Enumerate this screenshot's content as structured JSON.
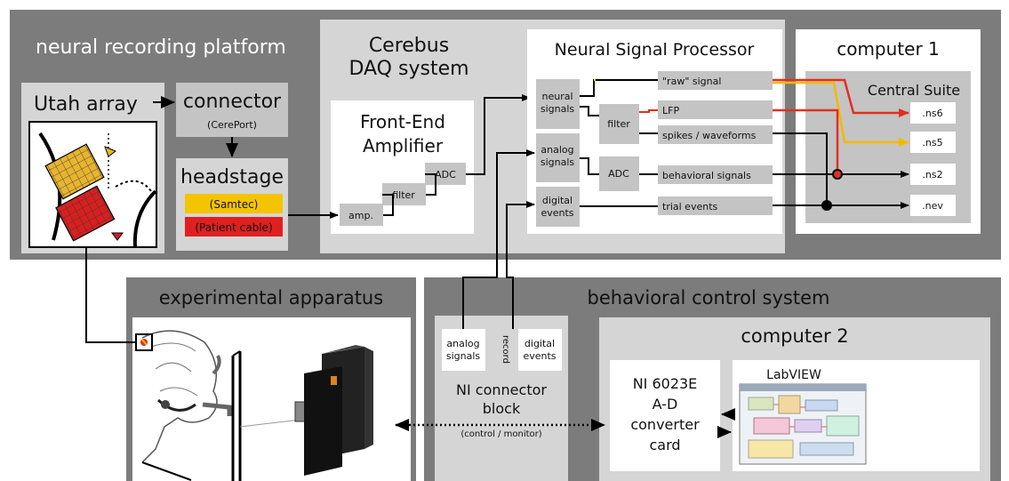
{
  "panels": {
    "neural_platform": "neural recording platform",
    "cerebus": [
      "Cerebus",
      "DAQ system"
    ],
    "nsp": "Neural Signal Processor",
    "computer1": "computer 1",
    "experimental": "experimental apparatus",
    "behavioral": "behavioral control system",
    "computer2": "computer 2"
  },
  "boxes": {
    "utah_array": "Utah array",
    "connector": "connector",
    "connector_sub": "(CerePort)",
    "headstage": "headstage",
    "samtec": "(Samtec)",
    "patient_cable": "(Patient cable)",
    "fea": [
      "Front-End",
      "Amplifier"
    ],
    "amp": "amp.",
    "filter": "filter",
    "adc": "ADC",
    "neural_signals": [
      "neural",
      "signals"
    ],
    "analog_signals": [
      "analog",
      "signals"
    ],
    "digital_events": [
      "digital",
      "events"
    ],
    "nsp_filter": "filter",
    "nsp_adc": "ADC",
    "raw_signal": "\"raw\" signal",
    "lfp": "LFP",
    "spikes": "spikes / waveforms",
    "behavioral_signals": "behavioral signals",
    "trial_events": "trial events",
    "central_suite": "Central Suite",
    "ns6": ".ns6",
    "ns5": ".ns5",
    "ns2": ".ns2",
    "nev": ".nev",
    "ni_analog": [
      "analog",
      "signals"
    ],
    "ni_record": "record",
    "ni_digital": [
      "digital",
      "events"
    ],
    "ni_block": [
      "NI connector",
      "block"
    ],
    "ni_control": "(control / monitor)",
    "ni_card": [
      "NI 6023E",
      "A-D",
      "converter",
      "card"
    ],
    "labview": "LabVIEW"
  },
  "colors": {
    "panel_dark": "#7c7c7c",
    "panel_light": "#d5d5d5",
    "box": "#c4c4c4",
    "samtec": "#f5c400",
    "patient_cable": "#e02020",
    "raw_wire": "#f5b800",
    "lfp_wire": "#e03020",
    "array_top": "#e8b430",
    "array_bottom": "#d82020"
  }
}
